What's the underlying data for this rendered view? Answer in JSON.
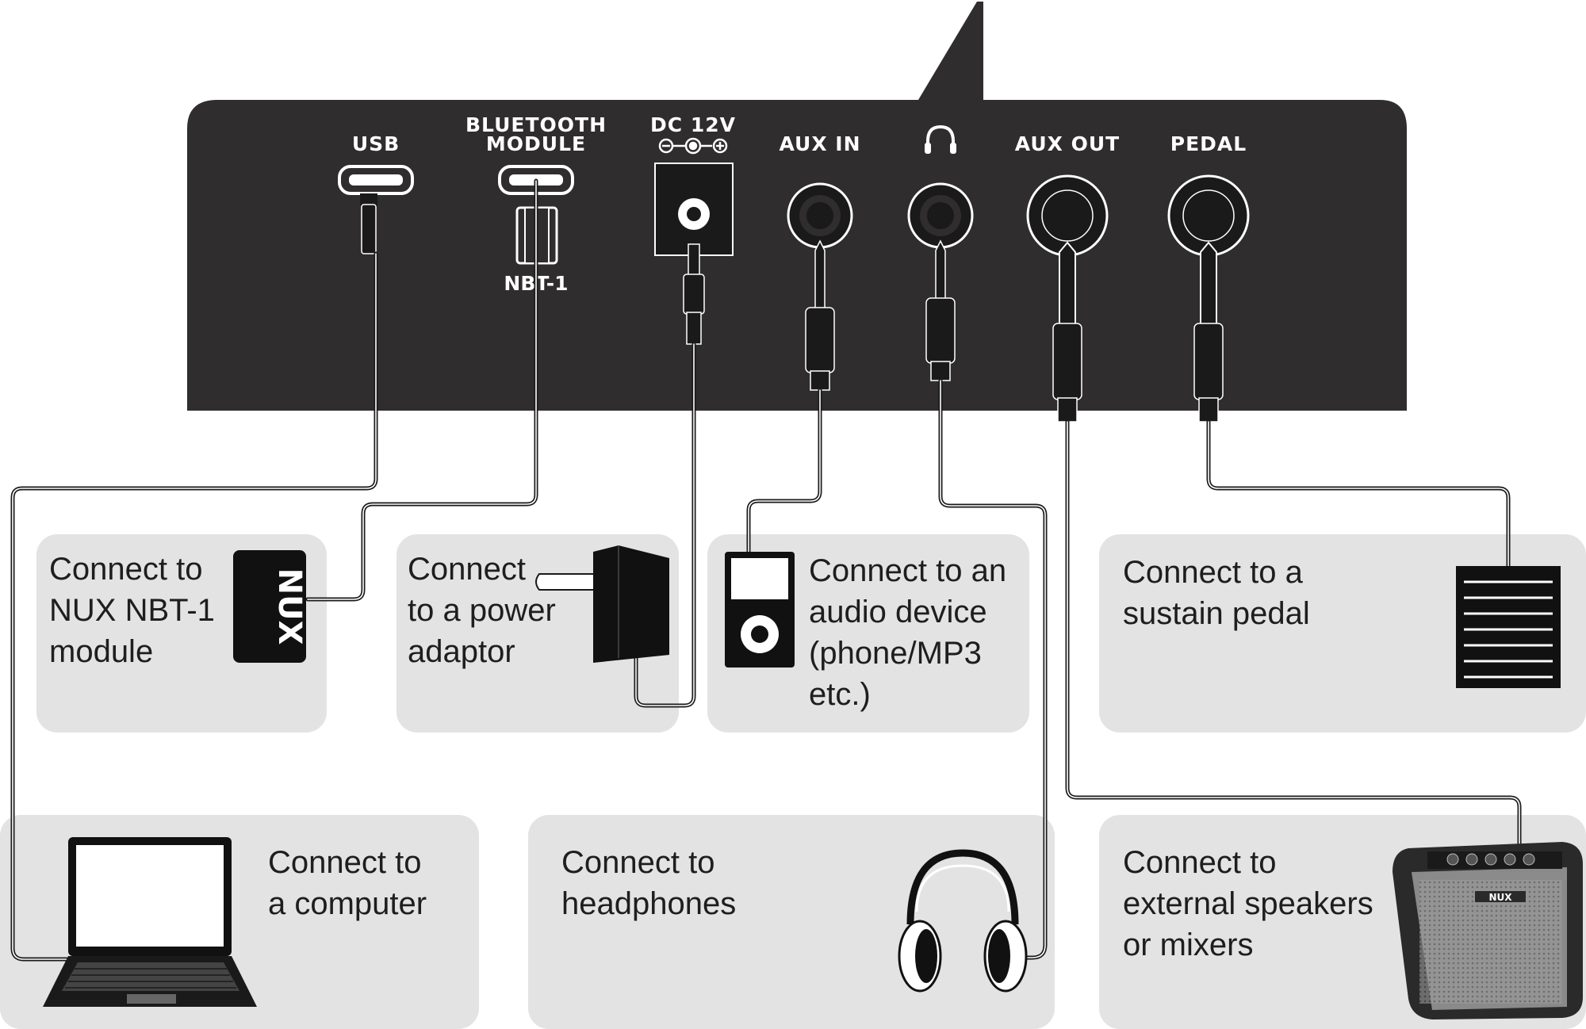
{
  "device": {
    "ports": {
      "usb": "USB",
      "bluetooth_line1": "BLUETOOTH",
      "bluetooth_line2": "MODULE",
      "dc": "DC 12V",
      "aux_in": "AUX IN",
      "headphones_icon": "headphones-icon",
      "aux_out": "AUX OUT",
      "pedal": "PEDAL"
    },
    "module_label": "NBT-1"
  },
  "connections": [
    {
      "id": "bluetooth",
      "lines": [
        "Connect to",
        "NUX NBT-1",
        "module"
      ],
      "icon": "nux-module-icon"
    },
    {
      "id": "power",
      "lines": [
        "Connect",
        "to a power",
        "adaptor"
      ],
      "icon": "power-adaptor-icon"
    },
    {
      "id": "audio",
      "lines": [
        "Connect to an",
        "audio device",
        "(phone/MP3",
        "etc.)"
      ],
      "icon": "mp3-player-icon"
    },
    {
      "id": "pedal",
      "lines": [
        "Connect to a",
        "sustain pedal"
      ],
      "icon": "sustain-pedal-icon"
    },
    {
      "id": "computer",
      "lines": [
        "Connect to",
        "a computer"
      ],
      "icon": "laptop-icon"
    },
    {
      "id": "headphones",
      "lines": [
        "Connect to",
        "headphones"
      ],
      "icon": "headphones-icon"
    },
    {
      "id": "speakers",
      "lines": [
        "Connect to",
        "external speakers",
        "or mixers"
      ],
      "icon": "speaker-amp-icon"
    }
  ],
  "logo_text": "NUX",
  "colors": {
    "panel": "#2f2d2d",
    "card": "#e3e3e3",
    "cable": "#1a1a1a",
    "text": "#1e1e1e"
  }
}
